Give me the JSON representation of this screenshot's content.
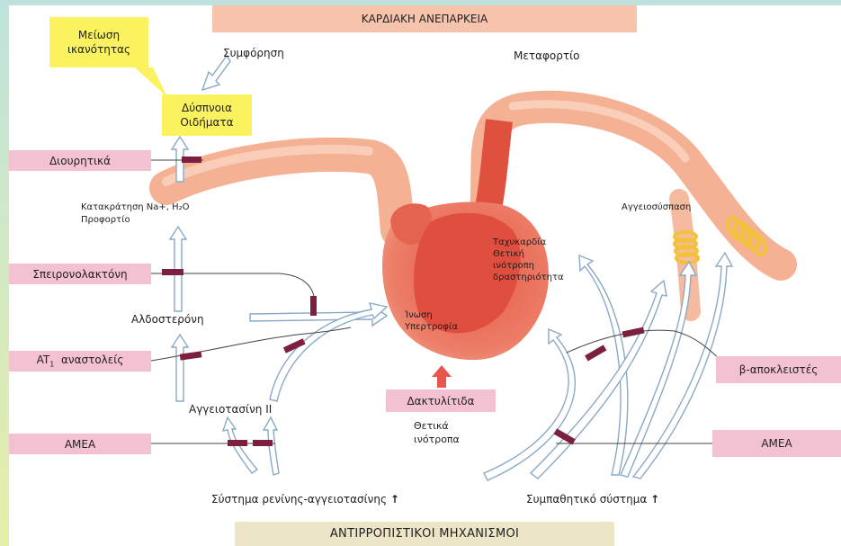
{
  "title_top": "ΚΑΡΔΙΑΚΗ ΑΝΕΠΑΡΚΕΙΑ",
  "title_bottom": "ΑΝΤΙΡΡΟΠΙΣΤΙΚΟΙ ΜΗΧΑΝΙΣΜΟΙ",
  "callout": {
    "line1": "Μείωση",
    "line2": "ικανότητας"
  },
  "symptoms": {
    "line1": "Δύσπνοια",
    "line2": "Οιδήματα"
  },
  "labels": {
    "congestion": "Συμφόρηση",
    "afterload": "Μεταφορτίο",
    "retention_line1": "Κατακράτηση Na+, H₂O",
    "retention_line2": "Προφορτίο",
    "aldosterone": "Αλδοστερόνη",
    "angiotensin": "Αγγειοτασίνη II",
    "vasoconstriction": "Αγγειοσύσπαση",
    "heart_right_1": "Ταχυκαρδία",
    "heart_right_2": "Θετική",
    "heart_right_3": "ινότροπη",
    "heart_right_4": "δραστηριότητα",
    "heart_center_1": "Ίνωση",
    "heart_center_2": "Υπερτροφία",
    "positive_1": "Θετικά",
    "positive_2": "ινότροπα",
    "raas": "Σύστημα ρενίνης-αγγειοτασίνης",
    "sympathetic": "Συμπαθητικό σύστημα",
    "up_arrow": "↑"
  },
  "drugs": {
    "diuretics": "Διουρητικά",
    "spironolactone": "Σπειρονολακτόνη",
    "at1_main": "AT",
    "at1_sub": "1",
    "at1_rest": "αναστολείς",
    "acei_left": "ΑΜΕΑ",
    "acei_right": "ΑΜΕΑ",
    "beta_blockers": "β-αποκλειστές",
    "digitalis": "Δακτυλίτιδα"
  },
  "colors": {
    "vessel": "#f6b79b",
    "heart": "#e9705e",
    "heart_dark": "#de4a3c",
    "inhibitor": "#7d1f3f",
    "arrow_fill": "#ffffff",
    "arrow_stroke": "#8aa9c6",
    "coil": "#f3c93a",
    "red_arrow": "#e8554a"
  }
}
